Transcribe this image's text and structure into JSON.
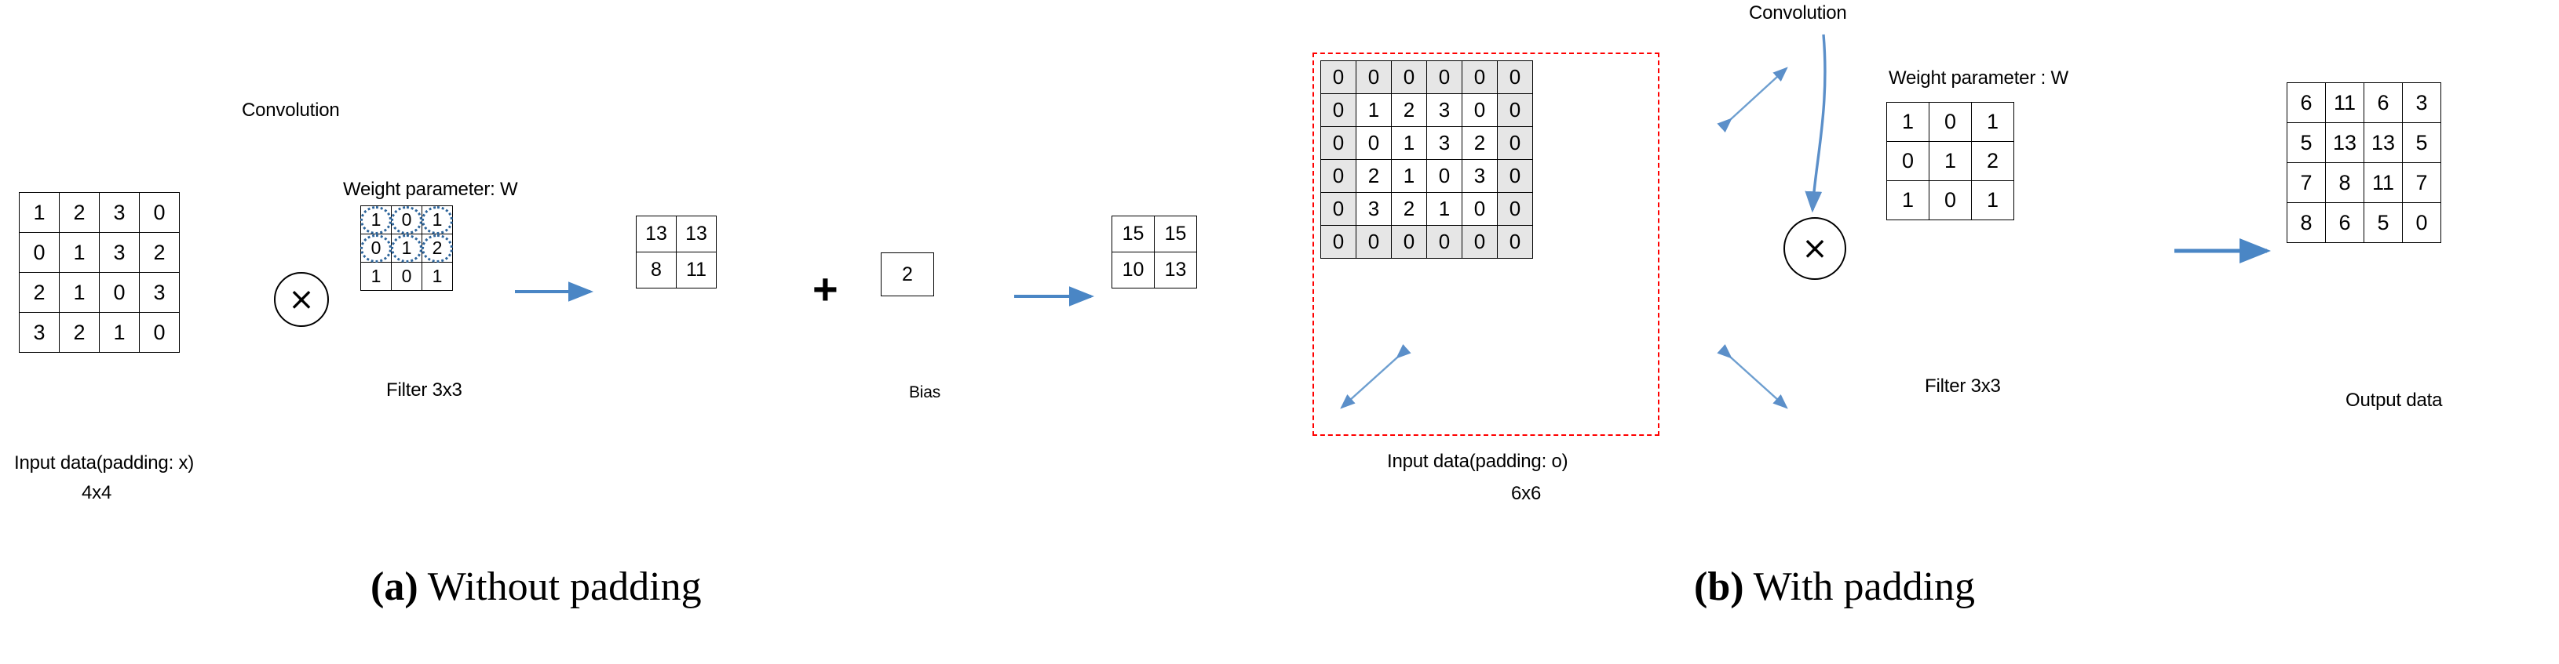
{
  "panels": [
    {
      "id": "a",
      "caption_marker": "(a)",
      "caption_text": "Without padding",
      "conv_label": "Convolution",
      "input": {
        "label_line1": "Input data(padding: x)",
        "label_line2": "4x4",
        "rows": [
          [
            "1",
            "2",
            "3",
            "0"
          ],
          [
            "0",
            "1",
            "3",
            "2"
          ],
          [
            "2",
            "1",
            "0",
            "3"
          ],
          [
            "3",
            "2",
            "1",
            "0"
          ]
        ]
      },
      "weight": {
        "title": "Weight parameter: W",
        "sublabel": "Filter 3x3",
        "rows": [
          [
            "1",
            "0",
            "1"
          ],
          [
            "0",
            "1",
            "2"
          ],
          [
            "1",
            "0",
            "1"
          ]
        ],
        "highlight_rows": [
          0,
          1
        ]
      },
      "conv_result": {
        "rows": [
          [
            "13",
            "13"
          ],
          [
            "8",
            "11"
          ]
        ]
      },
      "operator_multiply": "×",
      "operator_plus": "+",
      "bias": {
        "label": "Bias",
        "value": "2"
      },
      "final": {
        "rows": [
          [
            "15",
            "15"
          ],
          [
            "10",
            "13"
          ]
        ]
      }
    },
    {
      "id": "b",
      "caption_marker": "(b)",
      "caption_text": "With padding",
      "conv_label": "Convolution",
      "input": {
        "label_line1": "Input data(padding: o)",
        "label_line2": "6x6",
        "rows": [
          [
            "0",
            "0",
            "0",
            "0",
            "0",
            "0"
          ],
          [
            "0",
            "1",
            "2",
            "3",
            "0",
            "0"
          ],
          [
            "0",
            "0",
            "1",
            "3",
            "2",
            "0"
          ],
          [
            "0",
            "2",
            "1",
            "0",
            "3",
            "0"
          ],
          [
            "0",
            "3",
            "2",
            "1",
            "0",
            "0"
          ],
          [
            "0",
            "0",
            "0",
            "0",
            "0",
            "0"
          ]
        ]
      },
      "weight": {
        "title": "Weight parameter : W",
        "sublabel": "Filter 3x3",
        "rows": [
          [
            "1",
            "0",
            "1"
          ],
          [
            "0",
            "1",
            "2"
          ],
          [
            "1",
            "0",
            "1"
          ]
        ]
      },
      "operator_multiply": "×",
      "output": {
        "label": "Output data",
        "rows": [
          [
            "6",
            "11",
            "6",
            "3"
          ],
          [
            "5",
            "13",
            "13",
            "5"
          ],
          [
            "7",
            "8",
            "11",
            "7"
          ],
          [
            "8",
            "6",
            "5",
            "0"
          ]
        ]
      }
    }
  ],
  "colors": {
    "arrow_blue": "#4a86c5",
    "padding_border_red": "#ff0000",
    "pad_cell_fill": "#e6e6e6",
    "highlight_dotted": "#2e659b",
    "grid_line": "#000000"
  }
}
